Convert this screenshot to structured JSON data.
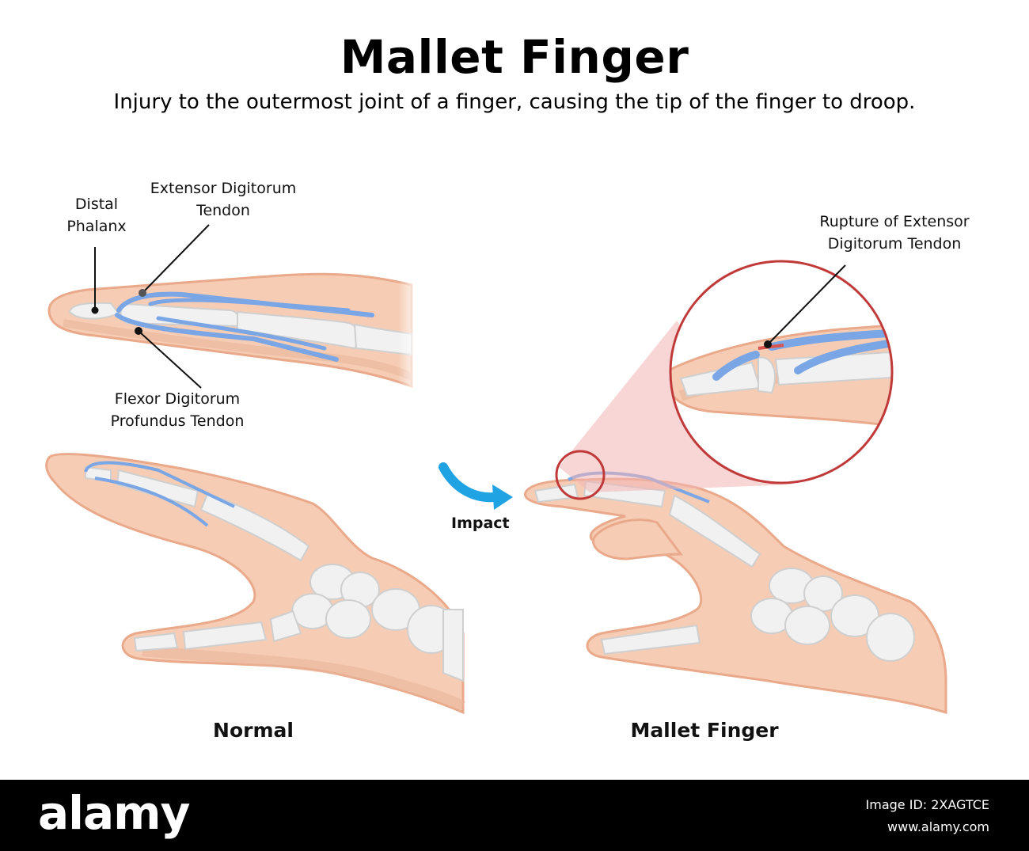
{
  "header": {
    "title": "Mallet Finger",
    "subtitle": "Injury to the outermost joint of a finger, causing the tip of the finger to droop."
  },
  "labels": {
    "distal_phalanx": [
      "Distal",
      "Phalanx"
    ],
    "extensor_tendon": [
      "Extensor Digitorum",
      "Tendon"
    ],
    "flexor_tendon": [
      "Flexor Digitorum",
      "Profundus Tendon"
    ],
    "rupture": [
      "Rupture of Extensor",
      "Digitorum Tendon"
    ],
    "impact": "Impact"
  },
  "captions": {
    "normal": "Normal",
    "mallet": "Mallet Finger"
  },
  "footer": {
    "logo": "alamy",
    "image_id_label": "Image ID: 2XAGTCE",
    "site": "www.alamy.com"
  },
  "colors": {
    "skin": "#f6cdb4",
    "skin_dark": "#e9a98a",
    "bone": "#f1f1f1",
    "tendon": "#7aa6e6",
    "tendon_dark": "#5f84c9",
    "impact_arrow": "#1fa3e3",
    "zoom_circle": "#c03a3a",
    "zoom_cone": "#f2b5b5"
  }
}
